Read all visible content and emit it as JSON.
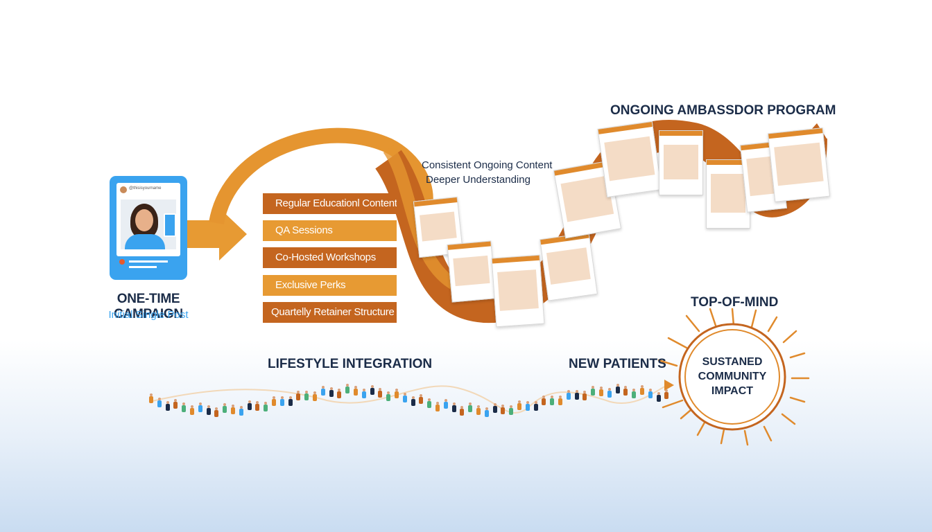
{
  "left_panel": {
    "phone_handle": "@thisisyourname",
    "title": "ONE-TIME CAMPAIGN",
    "subtitle": "Initial Single Post"
  },
  "steps": [
    "Regular Educationl Content",
    "QA Sessions",
    "Co-Hosted Workshops",
    "Exclusive Perks",
    "Quartelly Retainer Structure"
  ],
  "middle_caption": {
    "line1": "Consistent Ongoing Content",
    "line2": "Deeper Understanding"
  },
  "program_title": "ONGOING AMBASSDOR PROGRAM",
  "lifestyle_title": "LIFESTYLE INTEGRATION",
  "new_patients_title": "NEW PATIENTS",
  "top_of_mind_title": "TOP-OF-MIND",
  "impact": {
    "line1": "SUSTANED",
    "line2": "COMMUNITY",
    "line3": "IMPACT"
  },
  "colors": {
    "orange_dark": "#c4651f",
    "orange_light": "#e79a33",
    "navy": "#1b2c48",
    "blue": "#3aa3ef"
  }
}
